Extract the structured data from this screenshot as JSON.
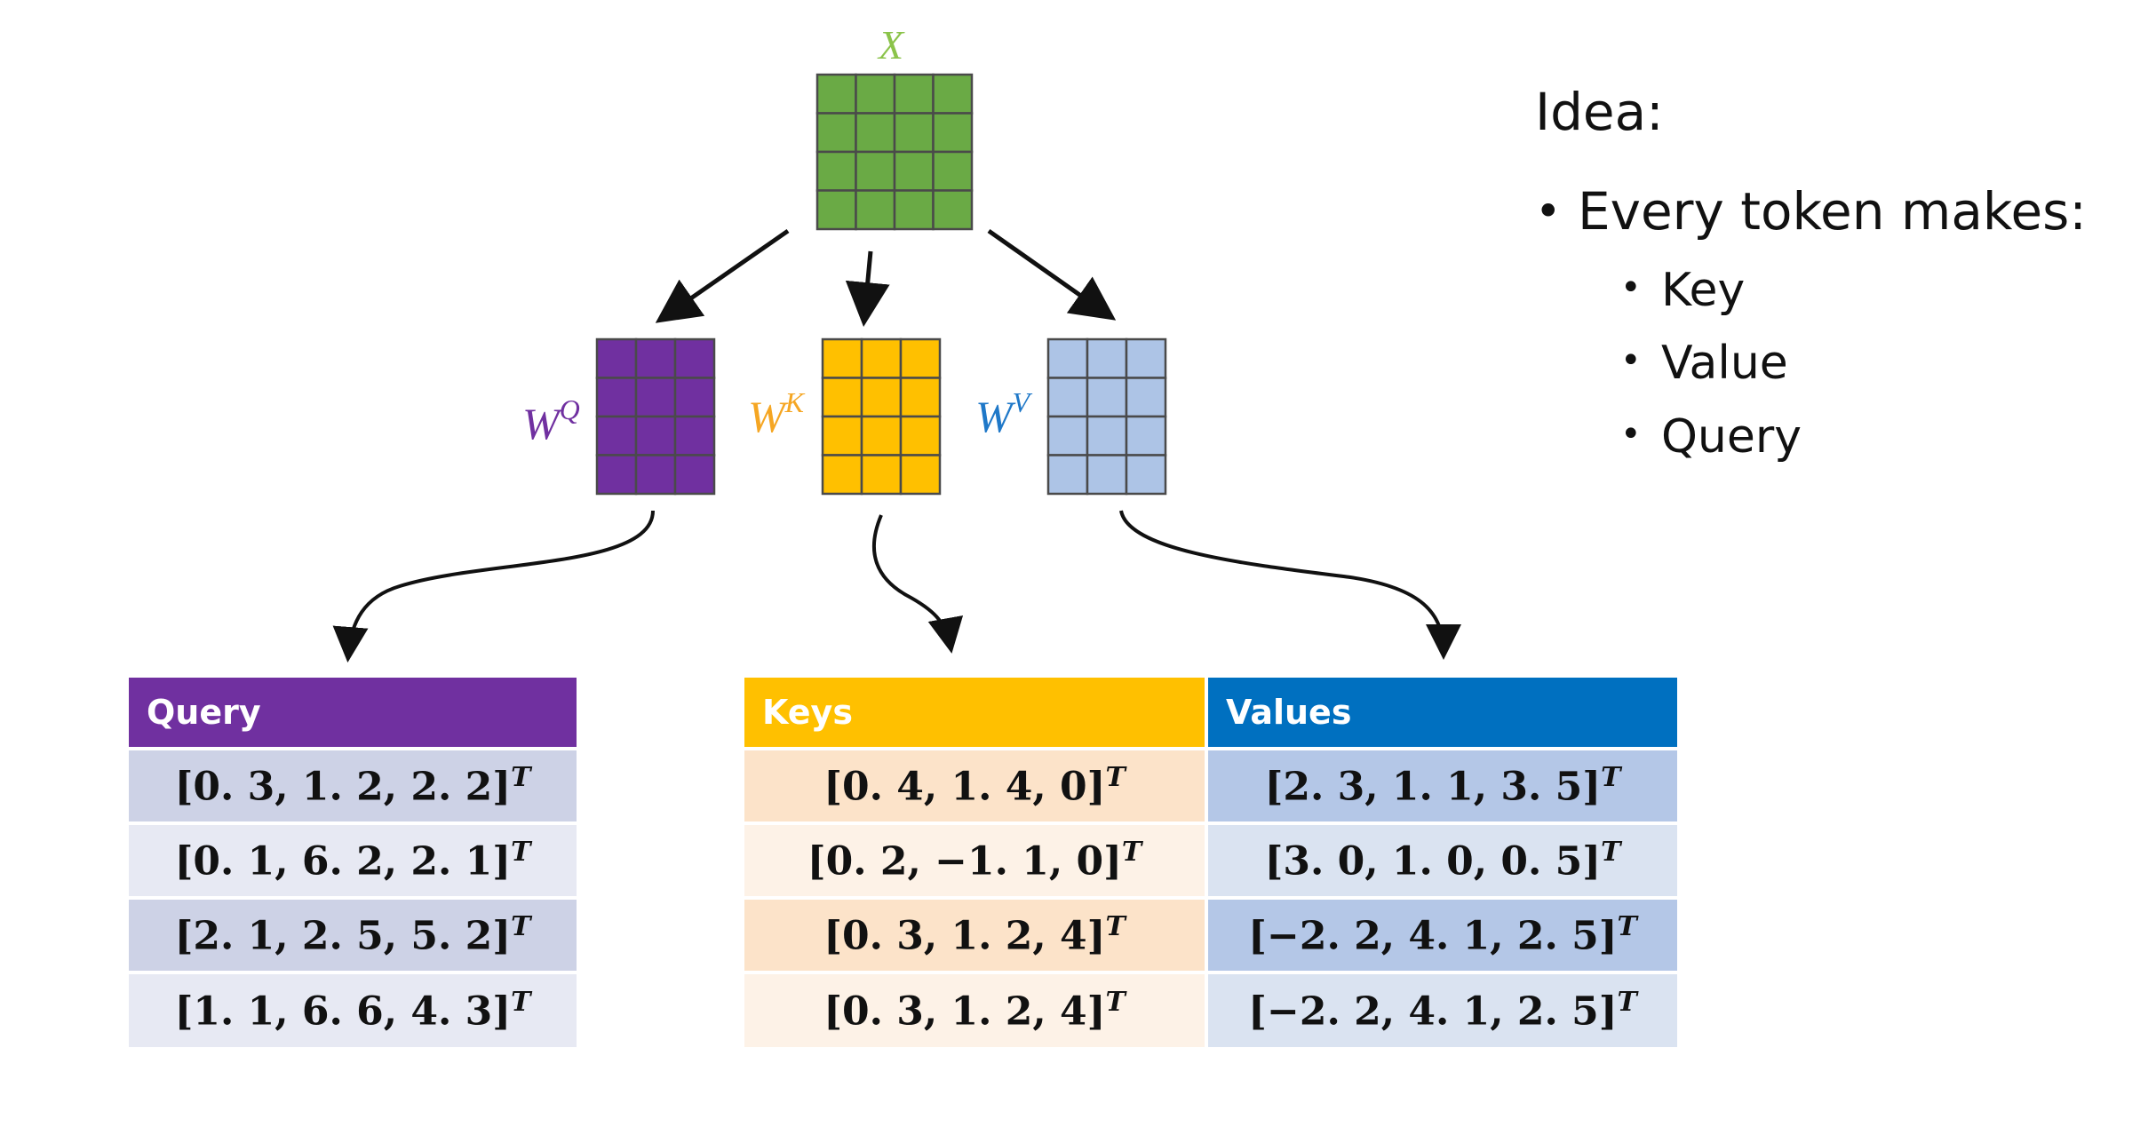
{
  "matrices": {
    "x_label": "X",
    "wq_label": "W",
    "wq_sup": "Q",
    "wk_label": "W",
    "wk_sup": "K",
    "wv_label": "W",
    "wv_sup": "V"
  },
  "idea": {
    "heading": "Idea:",
    "bullet": "Every token makes:",
    "sub_bullets": [
      "Key",
      "Value",
      "Query"
    ]
  },
  "query_table": {
    "header": "Query",
    "rows": [
      "[0. 3, 1. 2, 2. 2]",
      "[0. 1, 6. 2, 2. 1]",
      "[2. 1, 2. 5, 5. 2]",
      "[1. 1, 6. 6, 4. 3]"
    ]
  },
  "kv_table": {
    "keys_header": "Keys",
    "values_header": "Values",
    "keys": [
      "[0. 4, 1. 4, 0]",
      "[0. 2, −1. 1, 0]",
      "[0. 3, 1. 2, 4]",
      "[0. 3, 1. 2, 4]"
    ],
    "values": [
      "[2. 3, 1. 1, 3. 5]",
      "[3. 0, 1. 0, 0. 5]",
      "[−2. 2, 4. 1, 2. 5]",
      "[−2. 2, 4. 1, 2. 5]"
    ]
  },
  "transpose_mark": "T",
  "colors": {
    "x_matrix": "#6aaa45",
    "wq_matrix": "#7030a0",
    "wk_matrix": "#ffc000",
    "wv_matrix": "#adc4e6",
    "query_header": "#7030a0",
    "query_row_dark": "#cdd2e6",
    "query_row_light": "#e7e9f3",
    "keys_header": "#ffc000",
    "keys_row_dark": "#fce3c9",
    "keys_row_light": "#fdf2e7",
    "values_header": "#0070c0",
    "values_row_dark": "#b4c7e7",
    "values_row_light": "#dae3f1",
    "x_label_color": "#8bc34a",
    "wk_label_color": "#f5a623",
    "wv_label_color": "#1f78c8"
  }
}
